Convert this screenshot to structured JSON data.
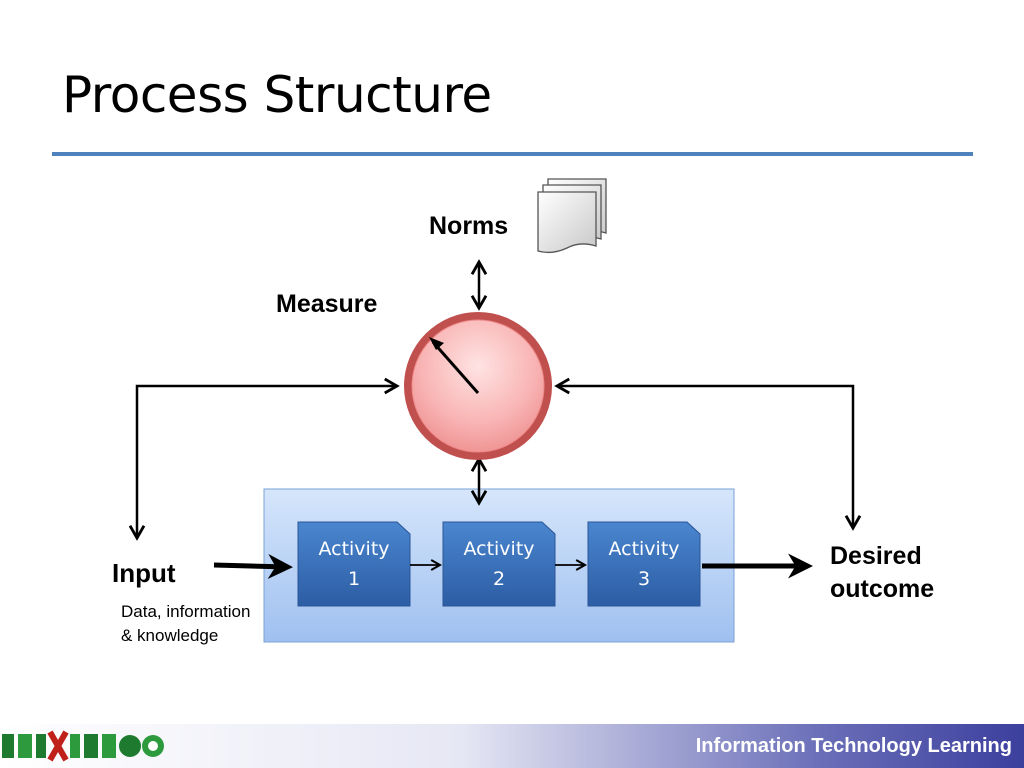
{
  "slide": {
    "title": "Process Structure",
    "footer": "Information Technology Learning"
  },
  "diagram": {
    "norms_label": "Norms",
    "measure_label": "Measure",
    "input_label": "Input",
    "input_detail": "Data, information & knowledge",
    "outcome_line1": "Desired",
    "outcome_line2": "outcome",
    "activities": [
      {
        "line1": "Activity",
        "line2": "1"
      },
      {
        "line1": "Activity",
        "line2": "2"
      },
      {
        "line1": "Activity",
        "line2": "3"
      }
    ]
  },
  "colors": {
    "accent": "#4f81bd",
    "activity_fill": "#3a6fb7",
    "gauge_fill": "#f4a3a3",
    "gauge_ring": "#c0504d",
    "process_box": "#b9d3f5"
  },
  "icons": {
    "norms": "document-stack-icon",
    "measure": "gauge-icon",
    "logo": "logo-mark-icon"
  }
}
